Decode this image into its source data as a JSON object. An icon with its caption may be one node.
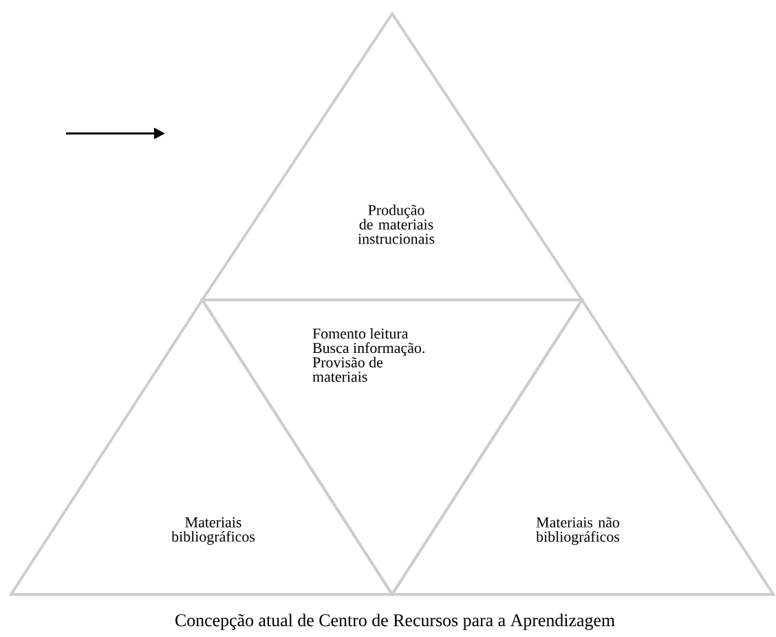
{
  "diagram": {
    "caption": "Concepção atual de Centro de Recursos para a Aprendizagem",
    "nodes": [
      {
        "text": [
          "Produção de materiais instrucionais"
        ]
      },
      {
        "text": [
          "Fomento leitura Busca informação. Provisão de materiais"
        ]
      },
      {
        "text": [
          "Materiais bibliográficos"
        ]
      },
      {
        "text": [
          "Materiais não bibliográficos"
        ]
      }
    ],
    "edges": []
  }
}
